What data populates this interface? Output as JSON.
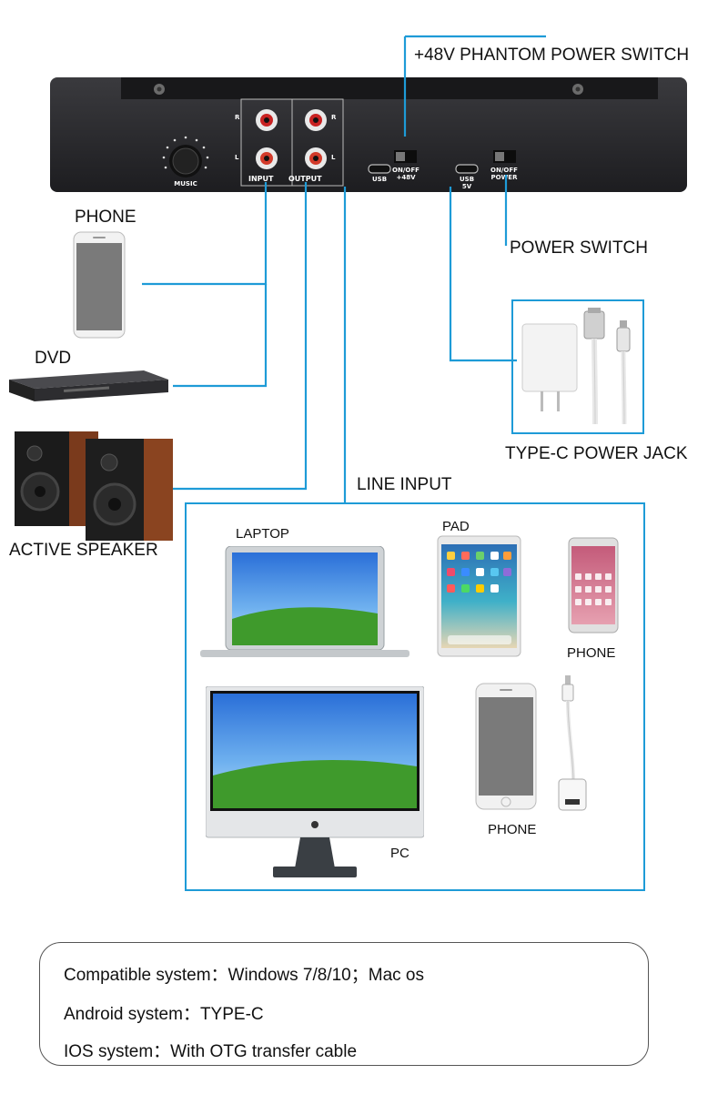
{
  "device": {
    "music_label": "MUSIC",
    "channel_r": "R",
    "channel_l": "L",
    "input_label": "INPUT",
    "output_label": "OUTPUT",
    "usb_label": "USB",
    "switch_48v": "ON/OFF +48V",
    "usb5v": "USB 5V",
    "power_sw": "ON/OFF POWER"
  },
  "callouts": {
    "phantom": "+48V PHANTOM POWER SWITCH",
    "power_switch": "POWER SWITCH",
    "type_c_jack": "TYPE-C POWER JACK",
    "line_input": "LINE INPUT"
  },
  "left_devices": {
    "phone": "PHONE",
    "dvd": "DVD",
    "speaker": "ACTIVE SPEAKER"
  },
  "line_input_devices": {
    "laptop": "LAPTOP",
    "pad": "PAD",
    "phone_android": "PHONE",
    "pc": "PC",
    "phone_ios": "PHONE"
  },
  "specs": [
    "Compatible system：Windows 7/8/10；Mac os",
    "Android system：TYPE-C",
    "IOS system：With OTG transfer cable"
  ],
  "colors": {
    "wire": "#1e9bd7",
    "panel": "#2b2b2e"
  }
}
